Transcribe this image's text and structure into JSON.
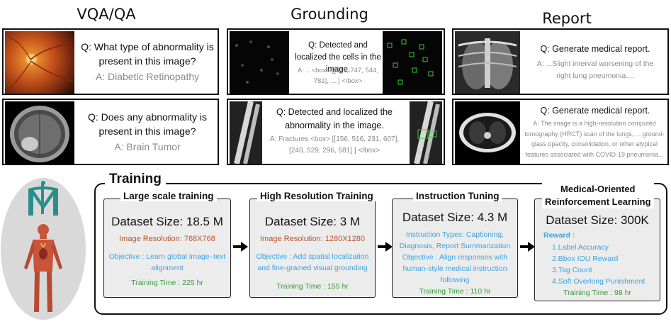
{
  "columns": {
    "vqa_title": "VQA/QA",
    "grounding_title": "Grounding",
    "report_title": "Report"
  },
  "vqa": [
    {
      "q": "Q: What type of abnormality is present in this image?",
      "a": "A: Diabetic Retinopathy"
    },
    {
      "q": "Q: Does any abnormality is present in this image?",
      "a": "A: Brain Tumor"
    }
  ],
  "grounding": [
    {
      "q": "Q: Detected and localized the cells in the image.",
      "a": "A: ...<box> [[511, 747, 544, 781], ....] </box>"
    },
    {
      "q": "Q: Detected and localized the abnormality in the image.",
      "a": "A: Fractures <box> [[156, 516, 231, 607], [240, 529, 296, 581] ] </box>"
    }
  ],
  "report": [
    {
      "q": "Q: Generate medical report.",
      "a": "A: ...Slight interval worsening of the right lung pneumonia...."
    },
    {
      "q": "Q: Generate medical report.",
      "a": "A: The image is a high-resolution computed tomography (HRCT) scan of the lungs, ... ground-glass opacity, consolidation, or other atypical features associated with COVID-19 pneumonia..."
    }
  ],
  "training": {
    "title": "Training",
    "stages": [
      {
        "title": "Large scale training",
        "dataset": "Dataset Size: 18.5 M",
        "resolution": "Image Resolution: 768X768",
        "objective": "Objective : Learn global image–text alignment",
        "time": "Training Time : 225 hr"
      },
      {
        "title": "High Resolution Training",
        "dataset": "Dataset Size: 3 M",
        "resolution": "Image Resolution: 1280X1280",
        "objective": "Objective : Add spatial localization and fine-grained visual grounding",
        "time": "Training Time : 155 hr"
      },
      {
        "title": "Instruction Tuning",
        "dataset": "Dataset Size: 4.3 M",
        "resolution": "",
        "objective": "Instruction Types: Captioning, Diagnosis, Report Summarization Objective : Align responses with human-style medical instruction following",
        "time": "Training Time : 110 hr"
      },
      {
        "title_line1": "Medical-Oriented",
        "title_line2": "Reinforcement Learning",
        "dataset": "Dataset Size: 300K",
        "reward_label": "Reward :",
        "rewards": [
          "1.Label Accuracy",
          "2.Bbox IOU Reward",
          "3.Tag Count",
          "4.Soft Overlong Punishment"
        ],
        "time": "Training Time : 98 hr"
      }
    ]
  },
  "colors": {
    "resolution": "#b4552d",
    "objective": "#3aa3e3",
    "time": "#3a9a3a",
    "logo": "#2a8f8a"
  }
}
